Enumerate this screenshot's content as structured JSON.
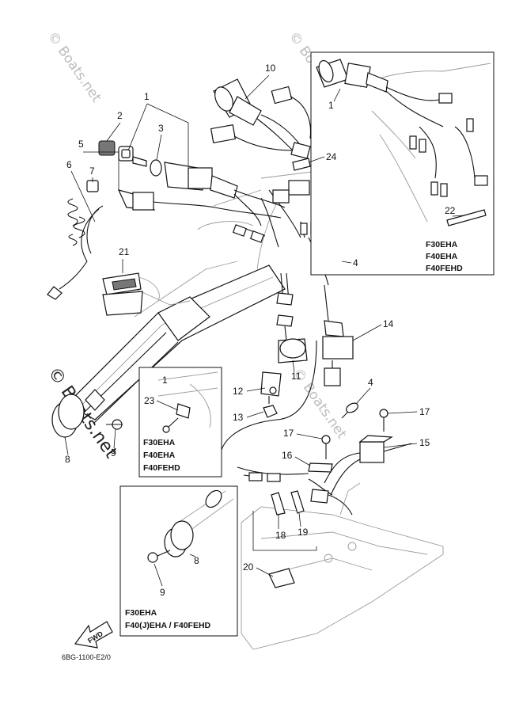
{
  "watermarks": {
    "faint": "© Boats.net",
    "bold": "© Boats.net"
  },
  "callouts": {
    "c1": "1",
    "c2": "2",
    "c3": "3",
    "c4": "4",
    "c5": "5",
    "c6": "6",
    "c7": "7",
    "c8": "8",
    "c9": "9",
    "c10": "10",
    "c11": "11",
    "c12": "12",
    "c13": "13",
    "c14": "14",
    "c15": "15",
    "c16": "16",
    "c17": "17",
    "c18": "18",
    "c19": "19",
    "c20": "20",
    "c21": "21",
    "c22": "22",
    "c23": "23",
    "c24": "24"
  },
  "inset_top_right": {
    "callout_1": "1",
    "callout_22": "22",
    "models": [
      "F30EHA",
      "F40EHA",
      "F40FEHD"
    ]
  },
  "inset_middle_left": {
    "callout_1": "1",
    "callout_23": "23",
    "models": [
      "F30EHA",
      "F40EHA",
      "F40FEHD"
    ]
  },
  "inset_bottom_left": {
    "callout_8": "8",
    "callout_9": "9",
    "models": [
      "F30EHA",
      "F40(J)EHA / F40FEHD"
    ]
  },
  "fwd_label": "FWD",
  "part_code": "6BG-1100-E2/0",
  "colors": {
    "ink": "#111111",
    "watermark": "#bdbdbd"
  }
}
